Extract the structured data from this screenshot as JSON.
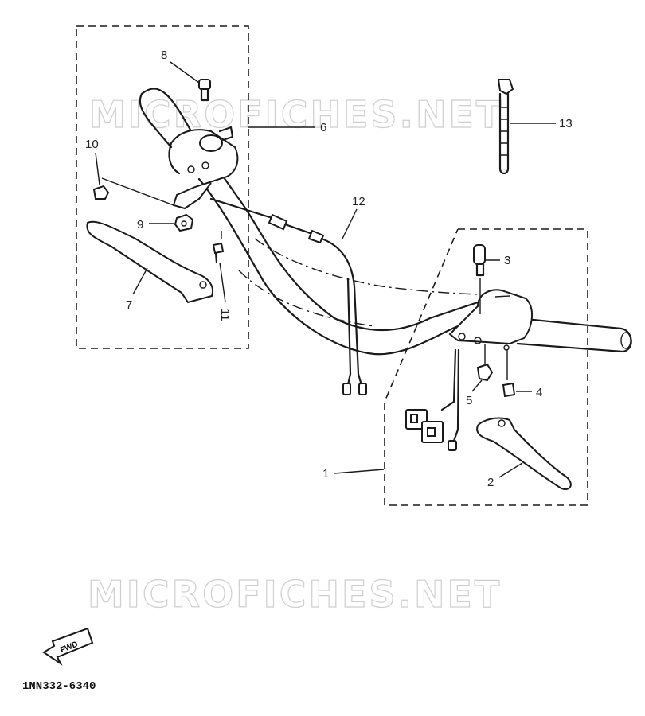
{
  "watermark": "MICROFICHES.NET",
  "diagram_code": "1NN332-6340",
  "fwd_label": "FWD",
  "callouts": [
    "1",
    "2",
    "3",
    "4",
    "5",
    "6",
    "7",
    "8",
    "9",
    "10",
    "11",
    "12",
    "13"
  ]
}
